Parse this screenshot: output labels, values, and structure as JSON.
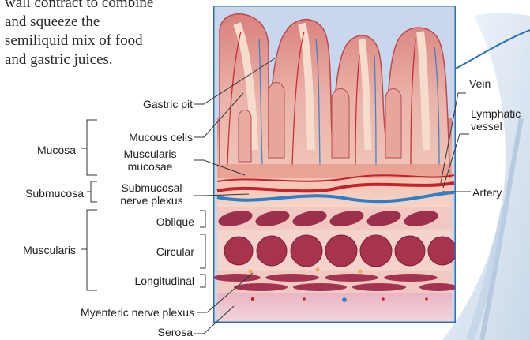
{
  "caption": {
    "lines": [
      "wall contract to combine",
      "and squeeze the",
      "semiliquid mix of food",
      "and gastric juices."
    ]
  },
  "labels": {
    "gastric_pit": "Gastric pit",
    "mucous_cells": "Mucous cells",
    "muscularis_mucosae": [
      "Muscularis",
      "mucosae"
    ],
    "submucosal_nerve_plexus": [
      "Submucosal",
      "nerve plexus"
    ],
    "oblique": "Oblique",
    "circular": "Circular",
    "longitudinal": "Longitudinal",
    "myenteric_nerve_plexus": "Myenteric nerve plexus",
    "serosa": "Serosa",
    "vein": "Vein",
    "lymphatic_vessel": [
      "Lymphatic",
      "vessel"
    ],
    "artery": "Artery"
  },
  "groups": {
    "mucosa": "Mucosa",
    "submucosa": "Submucosa",
    "muscularis": "Muscularis"
  },
  "colors": {
    "frame": "#2f6fb0",
    "artery": "#c8202a",
    "vein": "#2f7fc8",
    "mucosa": "#e4a7a0",
    "muscle": "#9c2f4c",
    "serosa": "#e8b7c4"
  }
}
